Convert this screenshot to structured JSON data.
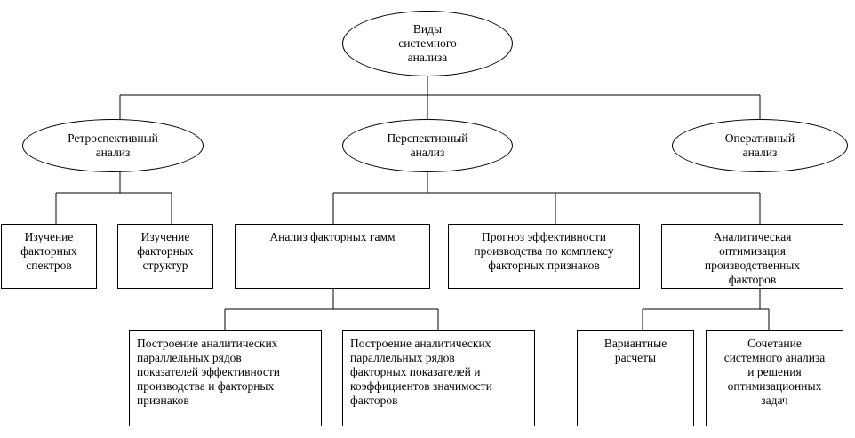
{
  "root": "Виды\nсистемного\nанализа",
  "types": {
    "retro": "Ретроспективный\nанализ",
    "persp": "Перспективный\nанализ",
    "oper": "Оперативный\nанализ"
  },
  "retro_children": {
    "spectra": "Изучение\nфакторных\nспектров",
    "structures": "Изучение\nфакторных\nструктур"
  },
  "persp_children": {
    "gamma": "Анализ факторных гамм",
    "forecast": "Прогноз эффективности\nпроизводства по комплексу\nфакторных признаков",
    "optimization": "Аналитическая\nоптимизация\nпроизводственных\nфакторов"
  },
  "gamma_children": {
    "rows1": "Построение аналитических\nпараллельных рядов\nпоказателей эффективности\nпроизводства и факторных\nпризнаков",
    "rows2": "Построение аналитических\nпараллельных рядов\nфакторных показателей и\nкоэффициентов значимости\nфакторов"
  },
  "opt_children": {
    "variants": "Вариантные\nрасчеты",
    "combo": "Сочетание\nсистемного анализа\nи решения\nоптимизационных\nзадач"
  }
}
